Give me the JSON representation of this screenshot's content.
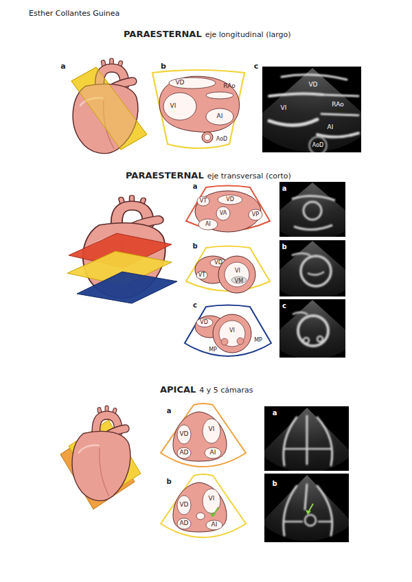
{
  "diagram": {
    "labels": [
      "Esther Collantes Guinea",
      "PARAESTERNAL",
      "eje longitudinal (largo)",
      "a",
      "b",
      "VD",
      "VI",
      "RAo",
      "AI",
      "AoD",
      "c",
      "VD",
      "VI",
      "RAo",
      "AI",
      "AoD",
      "PARAESTERNAL",
      "eje transversal (corto)",
      "a",
      "VT",
      "VD",
      "VA",
      "VP",
      "AI",
      "a",
      "b",
      "VD",
      "VT",
      "VI",
      "VM",
      "b",
      "c",
      "VD",
      "VI",
      "MP",
      "MP",
      "c",
      "APICAL",
      "4 y 5 cámaras",
      "a",
      "VD",
      "VI",
      "AD",
      "AI",
      "a",
      "b",
      "VD",
      "VI",
      "AD",
      "AI",
      "b"
    ]
  }
}
